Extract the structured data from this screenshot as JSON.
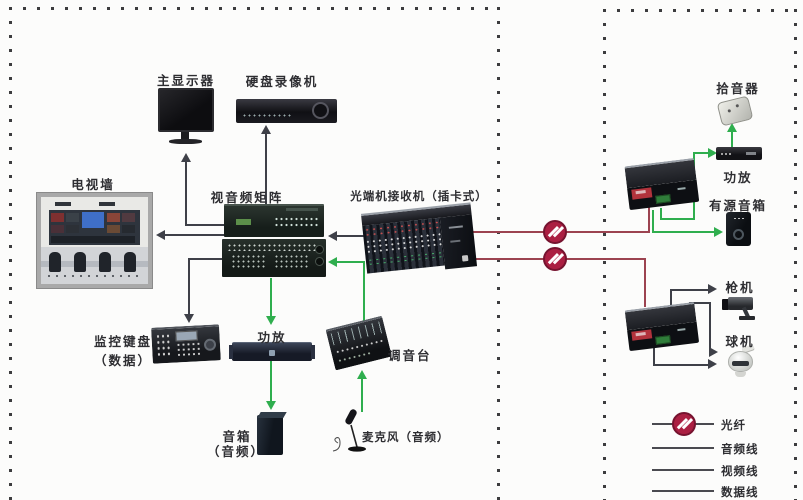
{
  "colors": {
    "audio_line": "#2fae4e",
    "signal_line": "#3e4048",
    "fiber_line": "#9c4350",
    "fiber_node_fill": "#ab1f42",
    "background": "#fcfcfb"
  },
  "labels": {
    "tv_wall": "电视墙",
    "main_monitor": "主显示器",
    "dvr": "硬盘录像机",
    "matrix": "视音频矩阵",
    "optical_receiver": "光端机接收机（插卡式）",
    "keyboard_line1": "监控键盘",
    "keyboard_line2": "（数据）",
    "amp_left": "功放",
    "speaker_line1": "音箱",
    "speaker_line2": "（音频）",
    "mixer": "调音台",
    "microphone": "麦克风（音频）",
    "pickup": "拾音器",
    "amp_right": "功放",
    "active_speaker": "有源音箱",
    "gun_camera": "枪机",
    "dome_camera": "球机"
  },
  "legend": {
    "items": [
      {
        "symbol": "fiber-circle",
        "label": "光纤"
      },
      {
        "symbol": "line",
        "label": "音频线"
      },
      {
        "symbol": "line",
        "label": "视频线"
      },
      {
        "symbol": "line",
        "label": "数据线"
      }
    ]
  }
}
